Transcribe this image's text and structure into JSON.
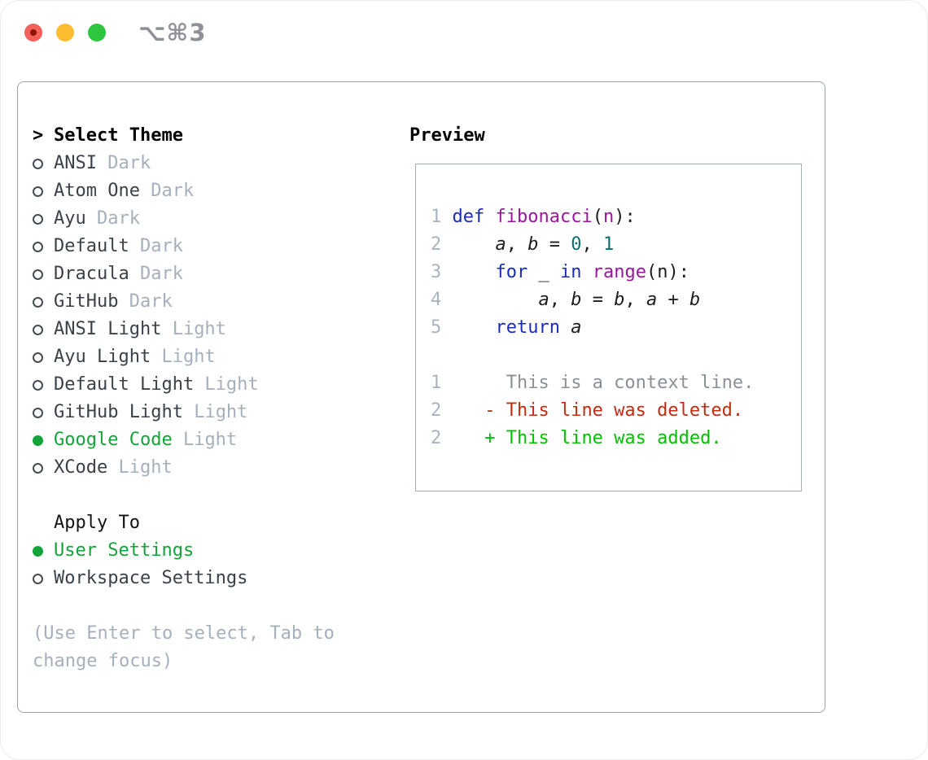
{
  "window": {
    "title": "⌥⌘3",
    "traffic_lights": [
      "close",
      "minimize",
      "zoom"
    ]
  },
  "theme_panel": {
    "header_marker": ">",
    "header_label": "Select Theme",
    "themes": [
      {
        "name": "ANSI",
        "variant": "Dark",
        "selected": false
      },
      {
        "name": "Atom One",
        "variant": "Dark",
        "selected": false
      },
      {
        "name": "Ayu",
        "variant": "Dark",
        "selected": false
      },
      {
        "name": "Default",
        "variant": "Dark",
        "selected": false
      },
      {
        "name": "Dracula",
        "variant": "Dark",
        "selected": false
      },
      {
        "name": "GitHub",
        "variant": "Dark",
        "selected": false
      },
      {
        "name": "ANSI Light",
        "variant": "Light",
        "selected": false
      },
      {
        "name": "Ayu Light",
        "variant": "Light",
        "selected": false
      },
      {
        "name": "Default Light",
        "variant": "Light",
        "selected": false
      },
      {
        "name": "GitHub Light",
        "variant": "Light",
        "selected": false
      },
      {
        "name": "Google Code",
        "variant": "Light",
        "selected": true
      },
      {
        "name": "XCode",
        "variant": "Light",
        "selected": false
      }
    ],
    "apply_to_label": "Apply To",
    "apply_options": [
      {
        "name": "User Settings",
        "selected": true
      },
      {
        "name": "Workspace Settings",
        "selected": false
      }
    ],
    "help_lines": [
      "(Use Enter to select, Tab to",
      "change focus)"
    ]
  },
  "preview": {
    "label": "Preview",
    "lines": [
      {
        "type": "code",
        "segs": [
          [
            "num",
            "1 "
          ],
          [
            "kw",
            "def"
          ],
          [
            "pl",
            " "
          ],
          [
            "fn",
            "fibonacci"
          ],
          [
            "pl",
            "("
          ],
          [
            "fn",
            "n"
          ],
          [
            "pl",
            "):"
          ]
        ]
      },
      {
        "type": "code",
        "segs": [
          [
            "num",
            "2 "
          ],
          [
            "pl",
            "    "
          ],
          [
            "var",
            "a"
          ],
          [
            "pl",
            ", "
          ],
          [
            "var",
            "b"
          ],
          [
            "pl",
            " = "
          ],
          [
            "lit",
            "0"
          ],
          [
            "pl",
            ", "
          ],
          [
            "lit",
            "1"
          ]
        ]
      },
      {
        "type": "code",
        "segs": [
          [
            "num",
            "3 "
          ],
          [
            "pl",
            "    "
          ],
          [
            "kw",
            "for"
          ],
          [
            "pl",
            " _ "
          ],
          [
            "kw",
            "in"
          ],
          [
            "pl",
            " "
          ],
          [
            "fn",
            "range"
          ],
          [
            "pl",
            "(n):"
          ]
        ]
      },
      {
        "type": "code",
        "segs": [
          [
            "num",
            "4 "
          ],
          [
            "pl",
            "        "
          ],
          [
            "var",
            "a"
          ],
          [
            "pl",
            ", "
          ],
          [
            "var",
            "b"
          ],
          [
            "pl",
            " = "
          ],
          [
            "var",
            "b"
          ],
          [
            "pl",
            ", "
          ],
          [
            "var",
            "a"
          ],
          [
            "pl",
            " + "
          ],
          [
            "var",
            "b"
          ]
        ]
      },
      {
        "type": "code",
        "segs": [
          [
            "num",
            "5 "
          ],
          [
            "pl",
            "    "
          ],
          [
            "kw",
            "return"
          ],
          [
            "pl",
            " "
          ],
          [
            "var",
            "a"
          ]
        ]
      },
      {
        "type": "blank",
        "segs": []
      },
      {
        "type": "diff",
        "segs": [
          [
            "num",
            "1"
          ],
          [
            "ctx",
            "      This is a context line."
          ]
        ]
      },
      {
        "type": "diff",
        "segs": [
          [
            "num",
            "2"
          ],
          [
            "pl",
            "    "
          ],
          [
            "del",
            "- This line was deleted."
          ]
        ]
      },
      {
        "type": "diff",
        "segs": [
          [
            "num",
            "2"
          ],
          [
            "pl",
            "    "
          ],
          [
            "add",
            "+ This line was added."
          ]
        ]
      }
    ]
  },
  "colors": {
    "selection_green": "#13a438",
    "added_green": "#00c200",
    "deleted_red": "#c42b10",
    "keyword_blue": "#1b2bbb",
    "function_purple": "#9a169a",
    "number_teal": "#0c6f6f",
    "muted_gray": "#a6b0bc",
    "context_gray": "#8a9097",
    "panel_border_gray": "#9aa3ae",
    "title_gray": "#8e9296",
    "traffic_red": "#f4605a",
    "traffic_yellow": "#fcbd30",
    "traffic_green": "#2ec53f"
  }
}
